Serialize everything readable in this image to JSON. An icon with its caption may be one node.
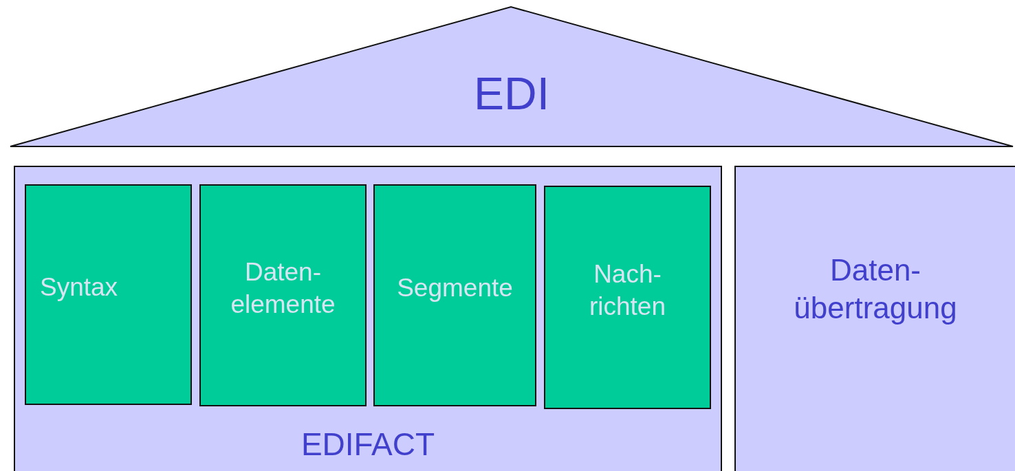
{
  "diagram": {
    "nodes": [
      {
        "text": [
          "EDI"
        ]
      },
      {
        "text": [
          "EDIFACT"
        ]
      },
      {
        "text": [
          "Syntax"
        ],
        "in": 1
      },
      {
        "text": [
          "Daten- elemente"
        ],
        "in": 1
      },
      {
        "text": [
          "Segmente"
        ],
        "in": 1
      },
      {
        "text": [
          "Nach- richten"
        ],
        "in": 1
      },
      {
        "text": [
          "Daten- übertragung"
        ]
      }
    ]
  }
}
